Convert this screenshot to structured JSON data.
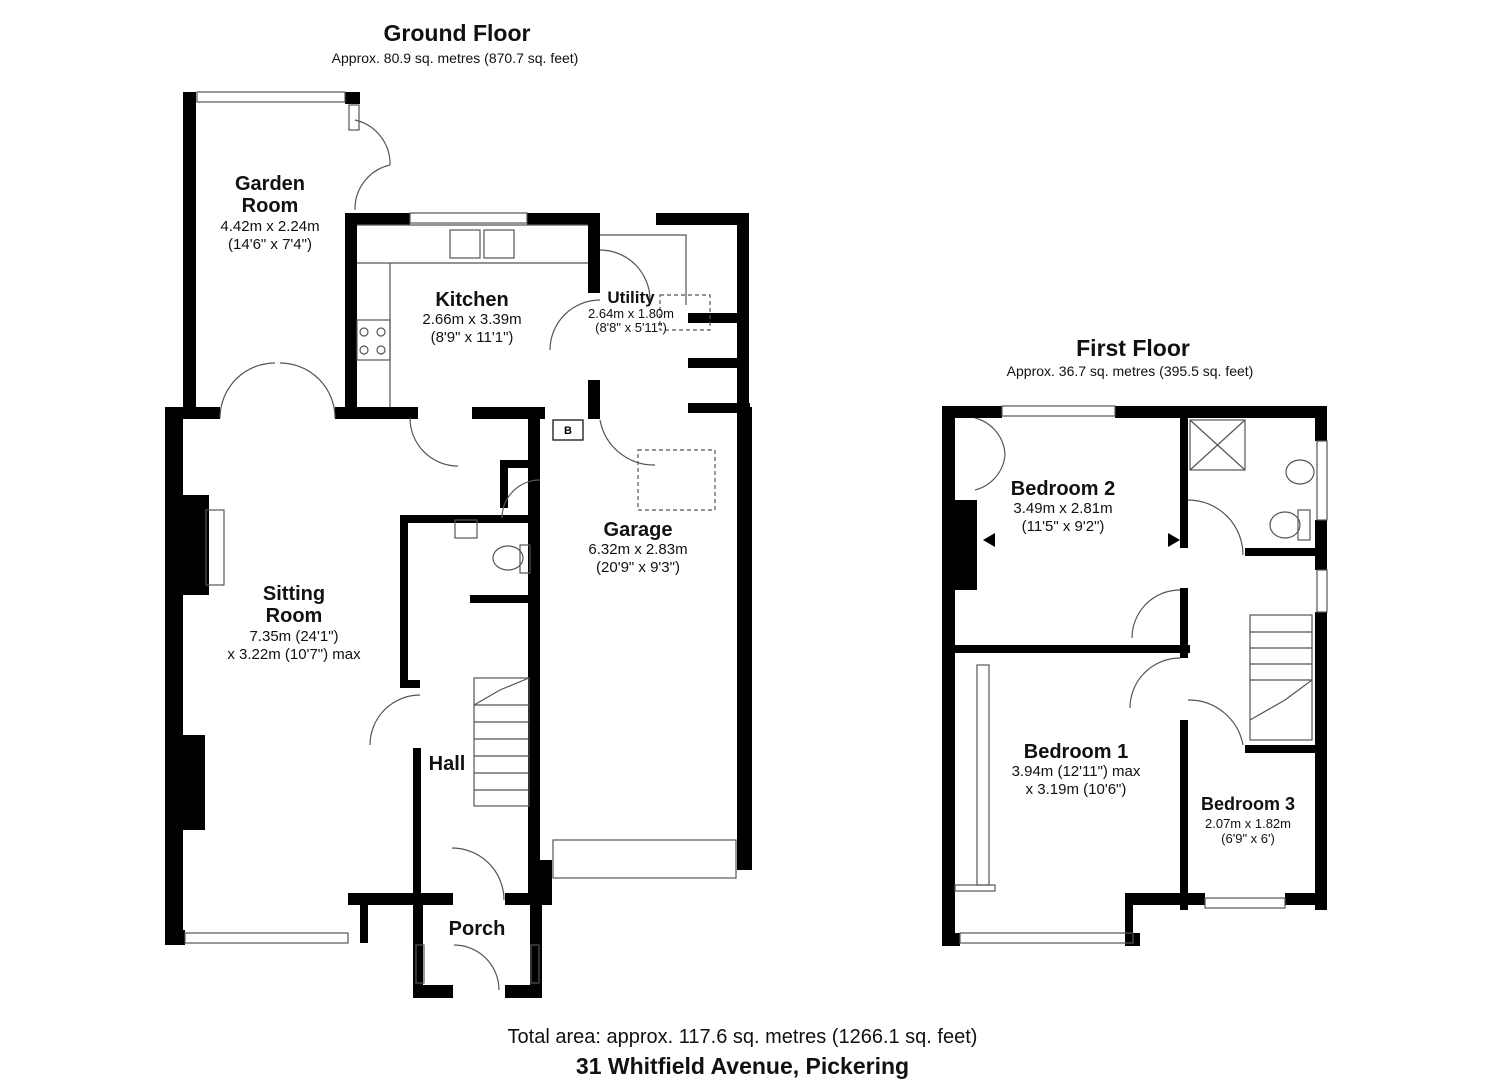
{
  "ground_floor": {
    "title": "Ground Floor",
    "area": "Approx. 80.9 sq. metres (870.7 sq. feet)"
  },
  "first_floor": {
    "title": "First Floor",
    "area": "Approx. 36.7 sq. metres (395.5 sq. feet)"
  },
  "rooms": {
    "garden_room": {
      "name_l1": "Garden",
      "name_l2": "Room",
      "dim1": "4.42m x 2.24m",
      "dim2": "(14'6\" x 7'4\")"
    },
    "kitchen": {
      "name": "Kitchen",
      "dim1": "2.66m x 3.39m",
      "dim2": "(8'9\" x 11'1\")"
    },
    "utility": {
      "name": "Utility",
      "dim1": "2.64m x 1.80m",
      "dim2": "(8'8\" x 5'11\")"
    },
    "garage": {
      "name": "Garage",
      "dim1": "6.32m x 2.83m",
      "dim2": "(20'9\" x 9'3\")"
    },
    "sitting_room": {
      "name_l1": "Sitting",
      "name_l2": "Room",
      "dim1": "7.35m (24'1\")",
      "dim2": "x 3.22m (10'7\") max"
    },
    "hall": {
      "name": "Hall"
    },
    "porch": {
      "name": "Porch"
    },
    "boiler": {
      "label": "B"
    },
    "bedroom_2": {
      "name": "Bedroom 2",
      "dim1": "3.49m x 2.81m",
      "dim2": "(11'5\" x 9'2\")"
    },
    "bedroom_1": {
      "name": "Bedroom 1",
      "dim1": "3.94m (12'11\") max",
      "dim2": "x 3.19m (10'6\")"
    },
    "bedroom_3": {
      "name": "Bedroom 3",
      "dim1": "2.07m x 1.82m",
      "dim2": "(6'9\" x 6')"
    }
  },
  "footer": {
    "total_area": "Total area: approx. 117.6 sq. metres (1266.1 sq. feet)",
    "address": "31 Whitfield Avenue, Pickering"
  }
}
